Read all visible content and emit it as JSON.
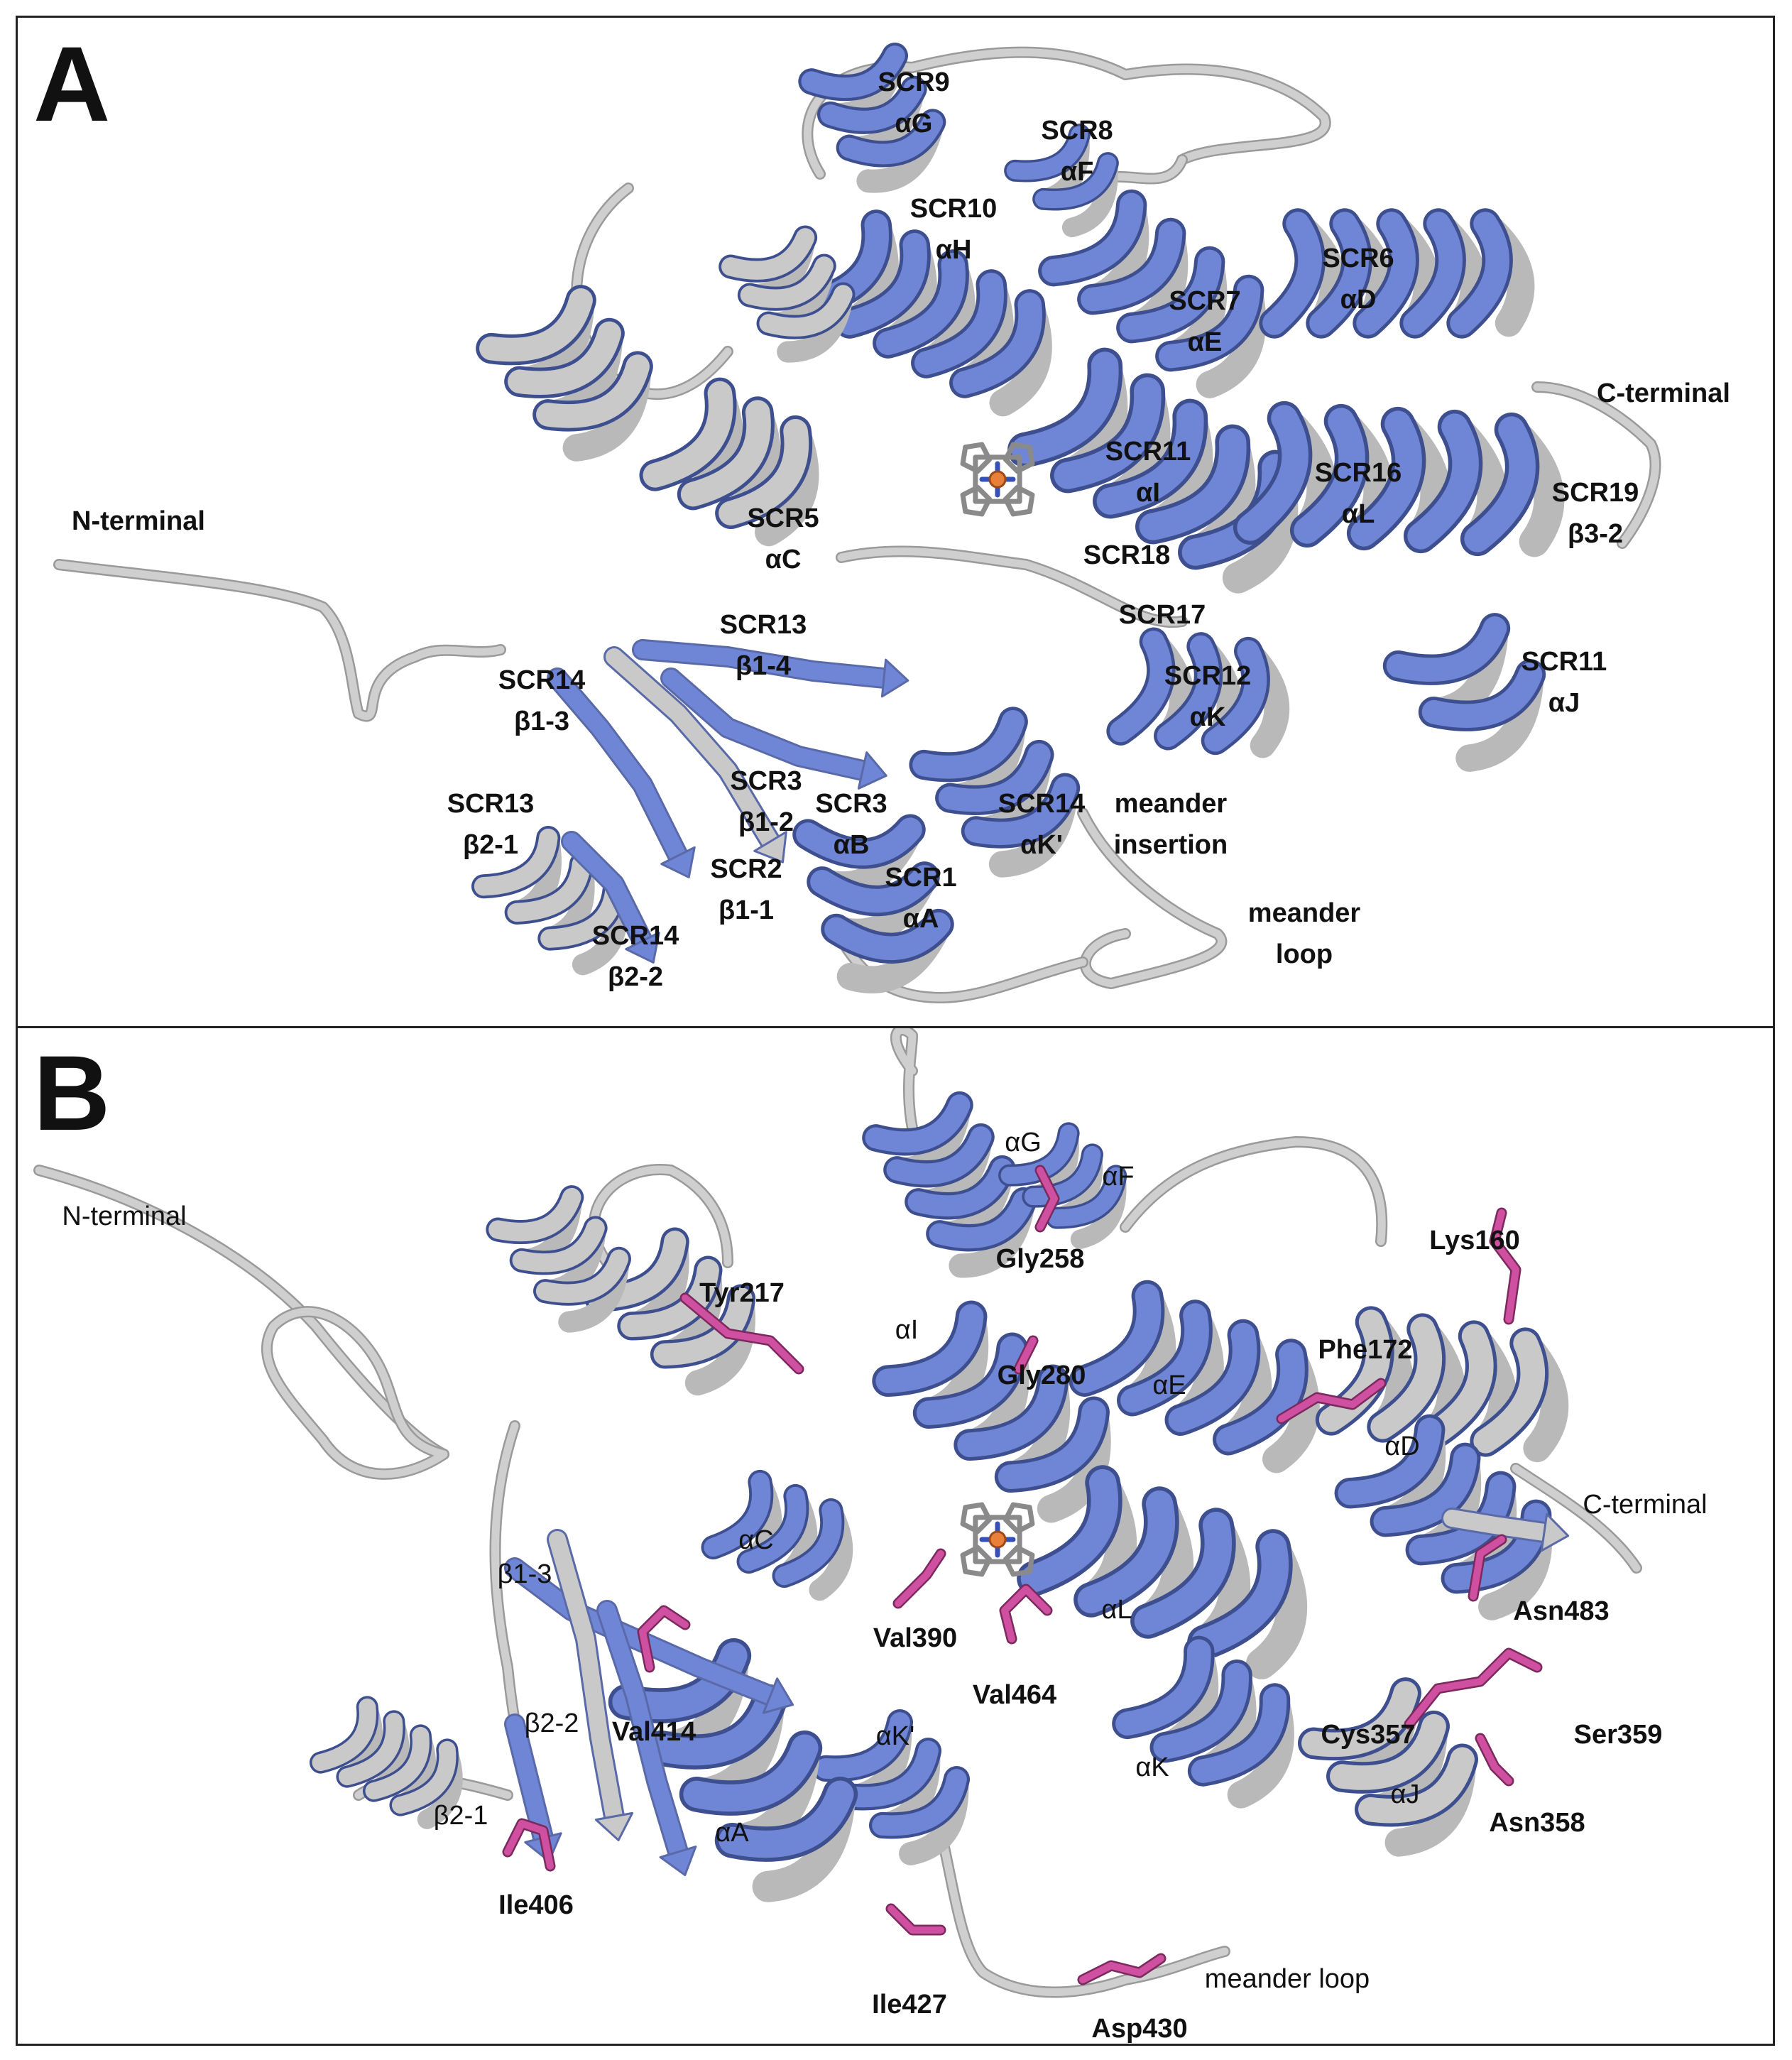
{
  "colors": {
    "helix_blue": "#6f86d6",
    "coil_gray": "#cfcfcf",
    "residue_pink": "#cf4fa1",
    "heme_gray": "#e6e6e6",
    "iron_orange": "#e8803a"
  },
  "panel_a": {
    "letter": "A",
    "labels": [
      {
        "id": "scr9",
        "lines": [
          "SCR9",
          "αG"
        ]
      },
      {
        "id": "scr8",
        "lines": [
          "SCR8",
          "αF"
        ]
      },
      {
        "id": "scr10",
        "lines": [
          "SCR10",
          "αH"
        ]
      },
      {
        "id": "scr6",
        "lines": [
          "SCR6",
          "αD"
        ]
      },
      {
        "id": "scr7",
        "lines": [
          "SCR7",
          "αE"
        ]
      },
      {
        "id": "c-terminal",
        "lines": [
          "C-terminal"
        ]
      },
      {
        "id": "scr11-i",
        "lines": [
          "SCR11",
          "αI"
        ]
      },
      {
        "id": "scr16",
        "lines": [
          "SCR16",
          "αL"
        ]
      },
      {
        "id": "scr19",
        "lines": [
          "SCR19",
          "β3-2"
        ]
      },
      {
        "id": "n-terminal",
        "lines": [
          "N-terminal"
        ]
      },
      {
        "id": "scr5",
        "lines": [
          "SCR5",
          "αC"
        ]
      },
      {
        "id": "scr18",
        "lines": [
          "SCR18"
        ]
      },
      {
        "id": "scr17",
        "lines": [
          "SCR17"
        ]
      },
      {
        "id": "scr13-b14",
        "lines": [
          "SCR13",
          "β1-4"
        ]
      },
      {
        "id": "scr14-b13",
        "lines": [
          "SCR14",
          "β1-3"
        ]
      },
      {
        "id": "scr12",
        "lines": [
          "SCR12",
          "αK"
        ]
      },
      {
        "id": "scr11-j",
        "lines": [
          "SCR11",
          "αJ"
        ]
      },
      {
        "id": "scr3-b12",
        "lines": [
          "SCR3",
          "β1-2"
        ]
      },
      {
        "id": "scr3-b",
        "lines": [
          "SCR3",
          "αB"
        ]
      },
      {
        "id": "scr14-k",
        "lines": [
          "SCR14",
          "αK'"
        ]
      },
      {
        "id": "meander-insertion",
        "lines": [
          "meander",
          "insertion"
        ]
      },
      {
        "id": "scr13-b21",
        "lines": [
          "SCR13",
          "β2-1"
        ]
      },
      {
        "id": "scr2",
        "lines": [
          "SCR2",
          "β1-1"
        ]
      },
      {
        "id": "scr1",
        "lines": [
          "SCR1",
          "αA"
        ]
      },
      {
        "id": "meander-loop-a",
        "lines": [
          "meander",
          "loop"
        ]
      },
      {
        "id": "scr14-b22",
        "lines": [
          "SCR14",
          "β2-2"
        ]
      }
    ]
  },
  "panel_b": {
    "letter": "B",
    "labels": [
      {
        "id": "g",
        "text": "αG",
        "weight": "plain"
      },
      {
        "id": "f",
        "text": "αF",
        "weight": "plain"
      },
      {
        "id": "n-terminal",
        "text": "N-terminal",
        "weight": "plain"
      },
      {
        "id": "gly258",
        "text": "Gly258",
        "weight": "bold"
      },
      {
        "id": "lys160",
        "text": "Lys160",
        "weight": "bold"
      },
      {
        "id": "tyr217",
        "text": "Tyr217",
        "weight": "bold"
      },
      {
        "id": "i",
        "text": "αI",
        "weight": "plain"
      },
      {
        "id": "gly280",
        "text": "Gly280",
        "weight": "bold"
      },
      {
        "id": "e",
        "text": "αE",
        "weight": "plain"
      },
      {
        "id": "phe172",
        "text": "Phe172",
        "weight": "bold"
      },
      {
        "id": "d",
        "text": "αD",
        "weight": "plain"
      },
      {
        "id": "c-terminal",
        "text": "C-terminal",
        "weight": "plain"
      },
      {
        "id": "c",
        "text": "αC",
        "weight": "plain"
      },
      {
        "id": "b13",
        "text": "β1-3",
        "weight": "plain"
      },
      {
        "id": "l",
        "text": "αL",
        "weight": "plain"
      },
      {
        "id": "asn483",
        "text": "Asn483",
        "weight": "bold"
      },
      {
        "id": "val390",
        "text": "Val390",
        "weight": "bold"
      },
      {
        "id": "val464",
        "text": "Val464",
        "weight": "bold"
      },
      {
        "id": "b22",
        "text": "β2-2",
        "weight": "plain"
      },
      {
        "id": "val414",
        "text": "Val414",
        "weight": "bold"
      },
      {
        "id": "k-prime",
        "text": "αK'",
        "weight": "plain"
      },
      {
        "id": "cys357",
        "text": "Cys357",
        "weight": "bold"
      },
      {
        "id": "ser359",
        "text": "Ser359",
        "weight": "bold"
      },
      {
        "id": "k",
        "text": "αK",
        "weight": "plain"
      },
      {
        "id": "j",
        "text": "αJ",
        "weight": "plain"
      },
      {
        "id": "b21",
        "text": "β2-1",
        "weight": "plain"
      },
      {
        "id": "a",
        "text": "αA",
        "weight": "plain"
      },
      {
        "id": "asn358",
        "text": "Asn358",
        "weight": "bold"
      },
      {
        "id": "ile406",
        "text": "Ile406",
        "weight": "bold"
      },
      {
        "id": "meander-loop",
        "text": "meander loop",
        "weight": "plain"
      },
      {
        "id": "ile427",
        "text": "Ile427",
        "weight": "bold"
      },
      {
        "id": "asp430",
        "text": "Asp430",
        "weight": "bold"
      }
    ]
  }
}
